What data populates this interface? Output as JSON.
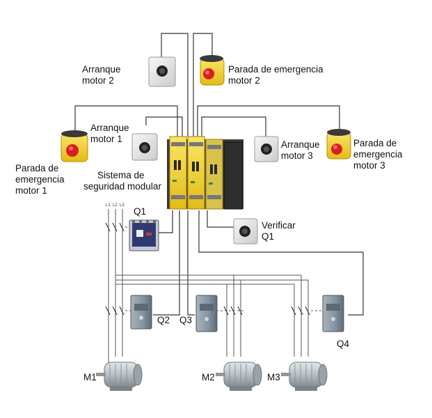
{
  "labels": {
    "start_m2": [
      "Arranque",
      "motor 2"
    ],
    "estop_m2": [
      "Parada de emergencia",
      "motor 2"
    ],
    "start_m1": [
      "Arranque",
      "motor 1"
    ],
    "estop_m1": [
      "Parada de",
      "emergencia",
      "motor 1"
    ],
    "start_m3": [
      "Arranque",
      "motor 3"
    ],
    "estop_m3": [
      "Parada de",
      "emergencia",
      "motor 3"
    ],
    "safety_system": [
      "Sistema de",
      "seguridad modular"
    ],
    "verify_q1": [
      "Verificar",
      "Q1"
    ],
    "q1": "Q1",
    "q2": "Q2",
    "q3": "Q3",
    "q4": "Q4",
    "m1": "M1",
    "m2": "M2",
    "m3": "M3",
    "phases": [
      "L1",
      "L2",
      "L3"
    ]
  },
  "colors": {
    "wire": "#333333",
    "module_yellow": "#f2d233",
    "module_dark": "#3a3a3a",
    "estop_yellow": "#f4d330",
    "estop_red": "#d62020",
    "box_light": "#e9ebe8",
    "contactor_blue": "#2f3b70",
    "starter_grey": "#8d9aa4",
    "motor_grey": "#b9c1c6"
  }
}
